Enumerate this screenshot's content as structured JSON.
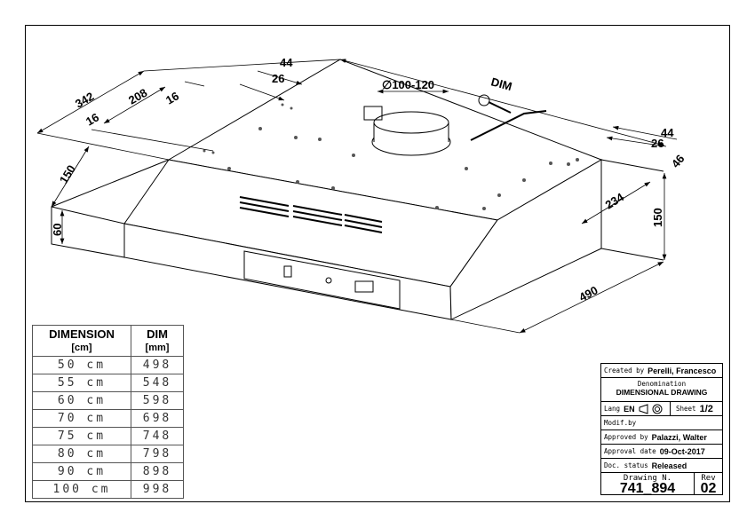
{
  "drawing": {
    "dimensions": {
      "d342": "342",
      "d208": "208",
      "d16a": "16",
      "d16b": "16",
      "d44a": "44",
      "d26a": "26",
      "d150a": "150",
      "d60": "60",
      "duct": "∅100-120",
      "dim": "DIM",
      "d44b": "44",
      "d26b": "26",
      "d46": "46",
      "d234": "234",
      "d150b": "150",
      "d490": "490"
    }
  },
  "size_table": {
    "headers": {
      "dimension": "DIMENSION",
      "dimension_unit": "[cm]",
      "dim": "DIM",
      "dim_unit": "[mm]"
    },
    "rows": [
      {
        "size": "50 cm",
        "dim": "498"
      },
      {
        "size": "55 cm",
        "dim": "548"
      },
      {
        "size": "60 cm",
        "dim": "598"
      },
      {
        "size": "70 cm",
        "dim": "698"
      },
      {
        "size": "75 cm",
        "dim": "748"
      },
      {
        "size": "80 cm",
        "dim": "798"
      },
      {
        "size": "90 cm",
        "dim": "898"
      },
      {
        "size": "100 cm",
        "dim": "998"
      }
    ]
  },
  "title_block": {
    "created_by_label": "Created by",
    "created_by": "Perelli, Francesco",
    "denomination_label": "Denomination",
    "denomination": "DIMENSIONAL DRAWING",
    "lang_label": "Lang",
    "lang": "EN",
    "sheet_label": "Sheet",
    "sheet": "1/2",
    "modif_label": "Modif.by",
    "approved_by_label": "Approved by",
    "approved_by": "Palazzi, Walter",
    "approval_date_label": "Approval date",
    "approval_date": "09-Oct-2017",
    "doc_status_label": "Doc. status",
    "doc_status": "Released",
    "drawing_no_label": "Drawing N.",
    "drawing_no": "741_894",
    "rev_label": "Rev",
    "rev": "02"
  }
}
